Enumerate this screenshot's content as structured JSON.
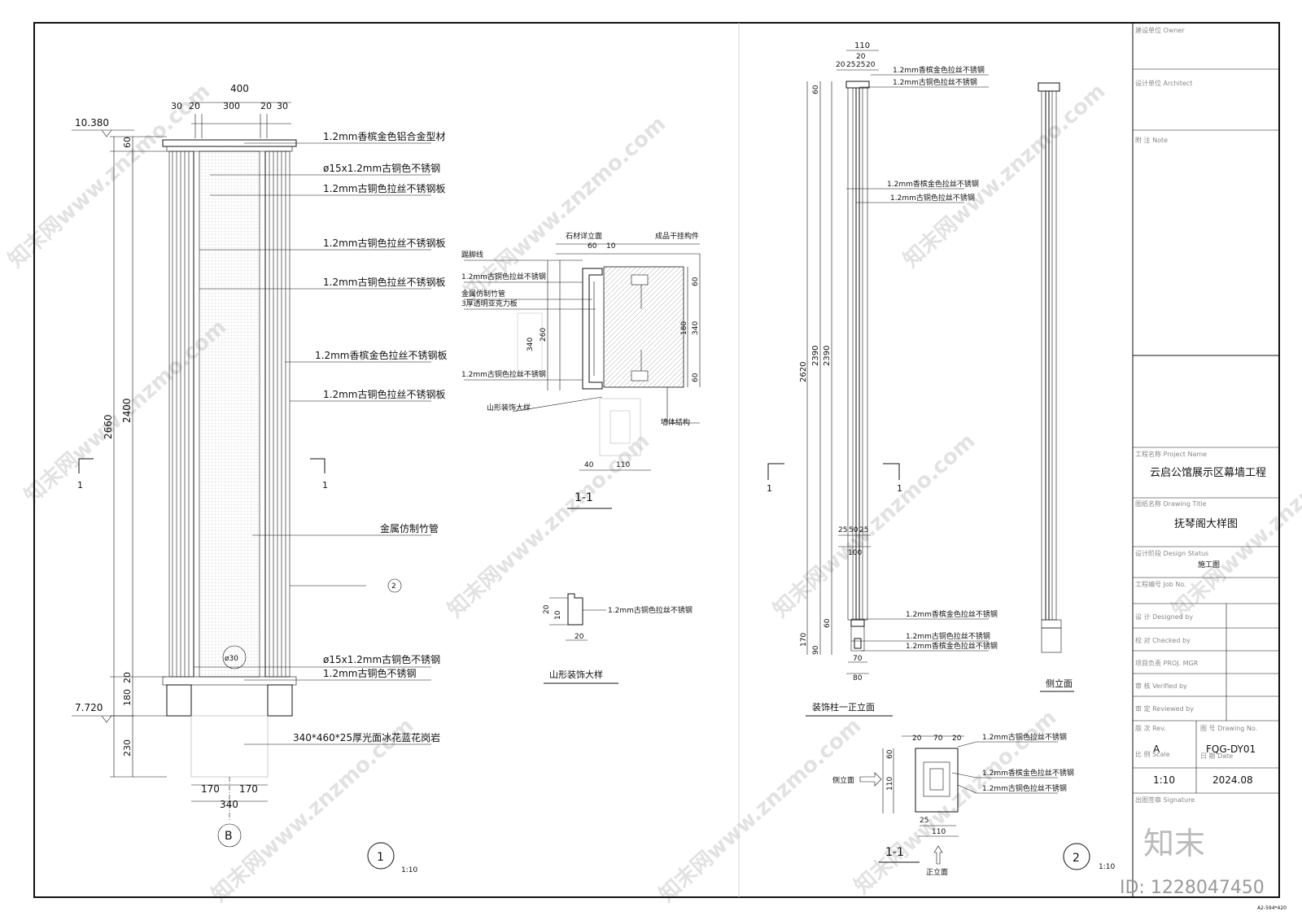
{
  "drawing1": {
    "elevations": [
      "10.380",
      "7.720"
    ],
    "dims_top": [
      "400",
      "30",
      "20",
      "300",
      "20",
      "30"
    ],
    "dims_left": [
      "60",
      "2400",
      "2660",
      "20",
      "180",
      "230"
    ],
    "dims_bottom": [
      "170",
      "170",
      "340"
    ],
    "axis": "B",
    "section_mark": "1",
    "detail_ref": "2",
    "labels": [
      "1.2mm香槟金色铝合金型材",
      "ø15x1.2mm古铜色不锈钢",
      "1.2mm古铜色拉丝不锈钢板",
      "1.2mm古铜色拉丝不锈钢板",
      "1.2mm古铜色拉丝不锈钢板",
      "1.2mm香槟金色拉丝不锈钢板",
      "1.2mm古铜色拉丝不锈钢板",
      "金属仿制竹管",
      "ø15x1.2mm古铜色不锈钢",
      "1.2mm古铜色不锈钢",
      "340*460*25厚光面冰花蓝花岗岩"
    ],
    "number": "1",
    "scale": "1:10"
  },
  "section11": {
    "labels": [
      "石材详立面",
      "成品干挂构件",
      "踢脚线",
      "1.2mm古铜色拉丝不锈钢",
      "金属仿制竹管",
      "3厚透明亚克力板",
      "1.2mm古铜色拉丝不锈钢",
      "山形装饰大样",
      "墙体结构"
    ],
    "dims": [
      "60",
      "10",
      "60",
      "180",
      "340",
      "60",
      "340",
      "260",
      "40",
      "110"
    ],
    "title": "1-1"
  },
  "mountain_detail": {
    "label": "1.2mm古铜色拉丝不锈钢",
    "dims": [
      "20",
      "10",
      "20"
    ],
    "title": "山形装饰大样"
  },
  "drawing2": {
    "dims_top": [
      "110",
      "20",
      "20",
      "25",
      "25",
      "20"
    ],
    "dims_left": [
      "60",
      "2620",
      "2390",
      "2390",
      "170",
      "90",
      "60"
    ],
    "dims_mid": [
      "25",
      "50",
      "25",
      "100"
    ],
    "dims_bottom": [
      "70",
      "80"
    ],
    "labels": [
      "1.2mm香槟金色拉丝不锈钢",
      "1.2mm古铜色拉丝不锈钢",
      "1.2mm香槟金色拉丝不锈钢",
      "1.2mm古铜色拉丝不锈钢",
      "1.2mm香槟金色拉丝不锈钢",
      "1.2mm古铜色拉丝不锈钢",
      "1.2mm香槟金色拉丝不锈钢"
    ],
    "front_title": "装饰柱一正立面",
    "side_title": "侧立面",
    "section_mark": "1",
    "number": "2",
    "scale": "1:10"
  },
  "section2": {
    "dims": [
      "20",
      "70",
      "20",
      "60",
      "110",
      "25",
      "110"
    ],
    "labels": [
      "1.2mm古铜色拉丝不锈钢",
      "1.2mm香槟金色拉丝不锈钢",
      "1.2mm古铜色拉丝不锈钢"
    ],
    "side_view": "侧立面",
    "front_view": "正立面",
    "title": "1-1"
  },
  "title_block": {
    "owner": "建设单位 Owner",
    "architect": "设计单位 Architect",
    "note": "附 注 Note",
    "project_name_label": "工程名称 Project Name",
    "project_name": "云启公馆展示区幕墙工程",
    "drawing_title_label": "图纸名称 Drawing Title",
    "drawing_title": "抚琴阁大样图",
    "design_status_label": "设计阶段 Design Status",
    "design_status": "施工图",
    "job_no_label": "工程编号 Job No.",
    "roles": [
      "设 计 Designed by",
      "校 对 Checked by",
      "项目负责 PROJ. MGR",
      "审 核 Verified by",
      "审 定 Reviewed by"
    ],
    "rev_label": "版 次 Rev.",
    "rev": "A",
    "drawing_no_label": "图 号 Drawing No.",
    "drawing_no": "FQG-DY01",
    "scale_label": "比 例 Scale",
    "scale": "1:10",
    "date_label": "日 期 Date",
    "date": "2024.08",
    "signature_label": "出图签章 Signature"
  },
  "footer": {
    "id": "ID: 1228047450",
    "logo": "知末",
    "sheet": "A2-594*420"
  },
  "watermark": "知末网www.znzmo.com"
}
